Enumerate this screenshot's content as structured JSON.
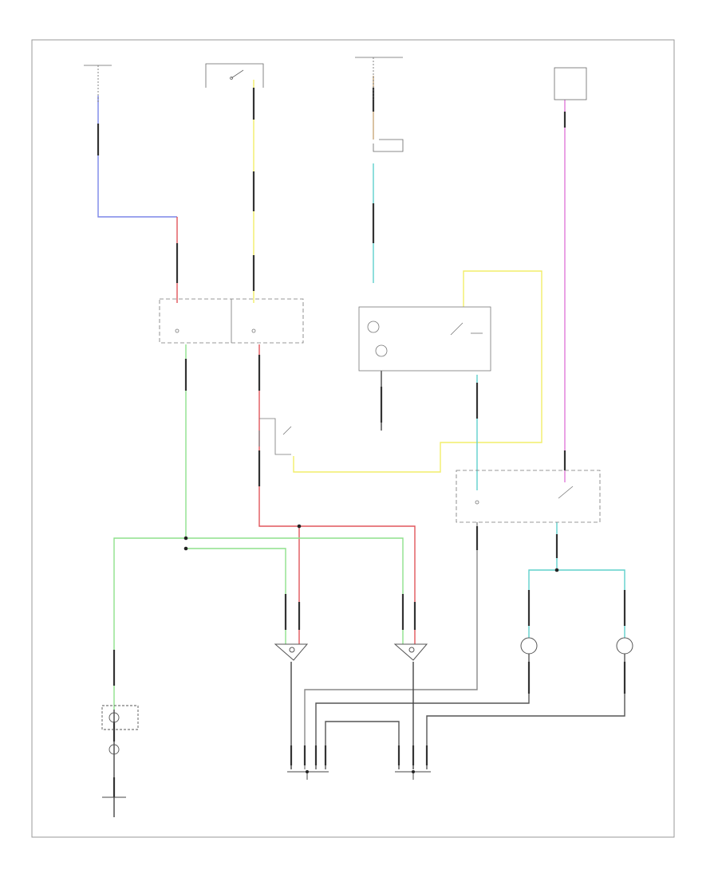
{
  "diagram": {
    "footer_code": "",
    "wire_colors": {
      "blue": "#7b86e8",
      "red": "#e0555b",
      "yellow": "#f2ee6a",
      "green": "#8ee08c",
      "cyan": "#5fd0cc",
      "pink": "#e07ad8",
      "gray": "#888888",
      "black": "#222222"
    },
    "components": [
      "fuse-source-left",
      "ignition-switch",
      "fuse-source-center",
      "fuse-source-right",
      "headlight-switch",
      "dimmer-relay",
      "multifunction-switch",
      "fog-lamp-relay",
      "left-headlight",
      "right-headlight",
      "left-fog-lamp",
      "right-fog-lamp",
      "indicator-lamp",
      "ground-left",
      "ground-center-left",
      "ground-center-right"
    ]
  }
}
